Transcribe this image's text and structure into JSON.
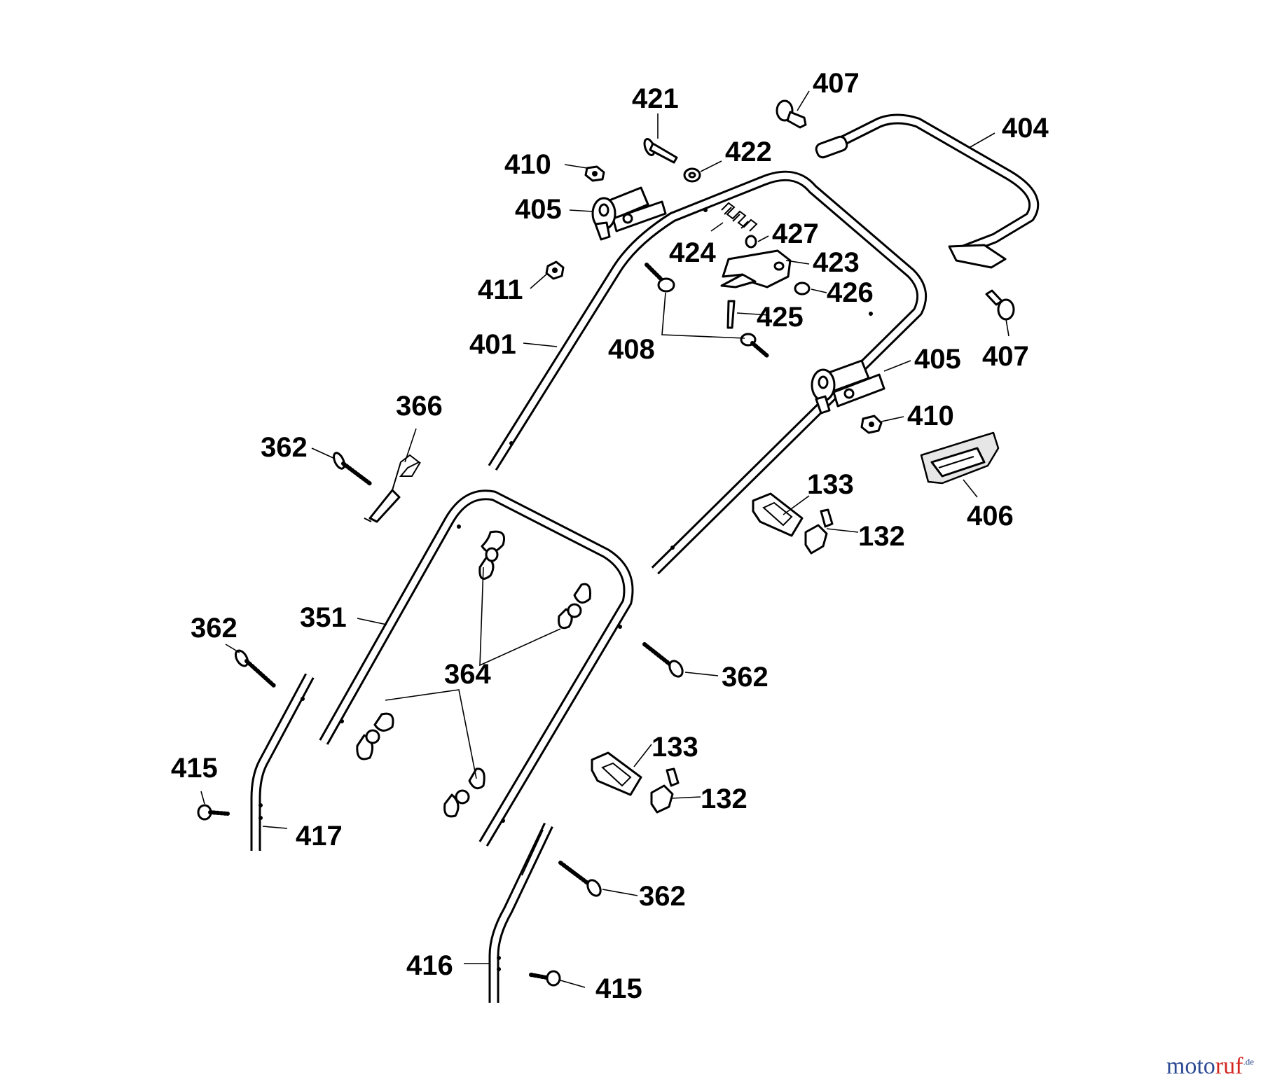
{
  "callouts": {
    "c421": "421",
    "c407_top": "407",
    "c404": "404",
    "c410_top": "410",
    "c422": "422",
    "c405_top": "405",
    "c427": "427",
    "c424": "424",
    "c423": "423",
    "c411": "411",
    "c426": "426",
    "c425": "425",
    "c407_right": "407",
    "c401": "401",
    "c408": "408",
    "c405_right": "405",
    "c366": "366",
    "c410_right": "410",
    "c362_a": "362",
    "c133_top": "133",
    "c406": "406",
    "c132_top": "132",
    "c351": "351",
    "c362_b": "362",
    "c362_c": "362",
    "c364": "364",
    "c133_bottom": "133",
    "c415_left": "415",
    "c132_bottom": "132",
    "c417": "417",
    "c362_d": "362",
    "c416": "416",
    "c415_bottom": "415"
  },
  "watermark": {
    "part1": "moto",
    "part2": "ruf",
    "suffix": ".de"
  }
}
